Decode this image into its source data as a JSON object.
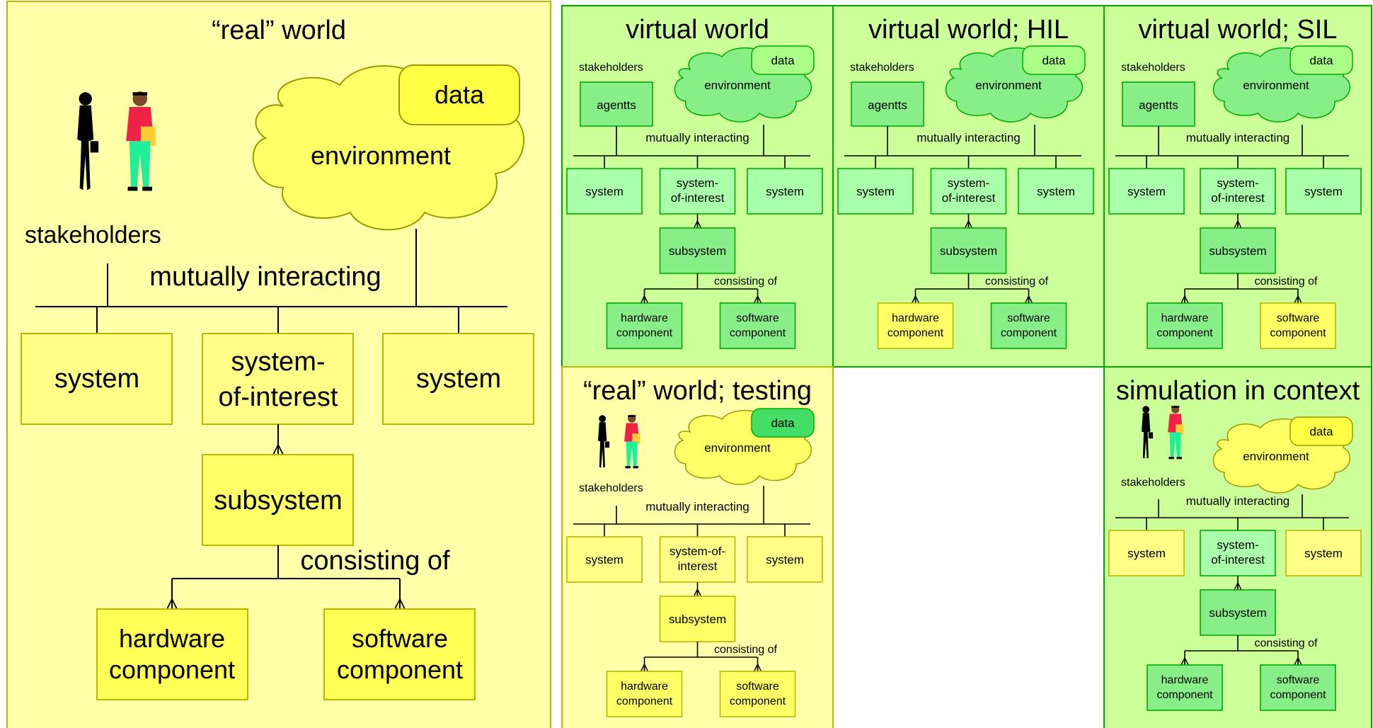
{
  "colors": {
    "yellow_bg": "#ffffaa",
    "yellow_box": "#ffff66",
    "yellow_box_light": "#ffff88",
    "green_bg": "#ccff99",
    "green_box": "#88ee88",
    "green_box_light": "#aaffaa",
    "yellow_border": "#b8b800",
    "green_border": "#00aa00"
  },
  "main": {
    "title": "“real” world",
    "stakeholders": "stakeholders",
    "environment": "environment",
    "data": "data",
    "mutually_interacting": "mutually interacting",
    "system_left": "system",
    "soi_line1": "system-",
    "soi_line2": "of-interest",
    "system_right": "system",
    "subsystem": "subsystem",
    "consisting_of": "consisting of",
    "hw_line1": "hardware",
    "hw_line2": "component",
    "sw_line1": "software",
    "sw_line2": "component"
  },
  "panels": [
    {
      "title": "virtual world",
      "stakeholders": "stakeholders",
      "agents": "agentts",
      "environment": "environment",
      "data": "data",
      "mutually_interacting": "mutually interacting",
      "system_left": "system",
      "soi_line1": "system-",
      "soi_line2": "of-interest",
      "system_right": "system",
      "subsystem": "subsystem",
      "consisting_of": "consisting of",
      "hw_line1": "hardware",
      "hw_line2": "component",
      "sw_line1": "software",
      "sw_line2": "component"
    },
    {
      "title": "virtual world; HIL",
      "stakeholders": "stakeholders",
      "agents": "agentts",
      "environment": "environment",
      "data": "data",
      "mutually_interacting": "mutually interacting",
      "system_left": "system",
      "soi_line1": "system-",
      "soi_line2": "of-interest",
      "system_right": "system",
      "subsystem": "subsystem",
      "consisting_of": "consisting of",
      "hw_line1": "hardware",
      "hw_line2": "component",
      "sw_line1": "software",
      "sw_line2": "component"
    },
    {
      "title": "virtual world; SIL",
      "stakeholders": "stakeholders",
      "agents": "agentts",
      "environment": "environment",
      "data": "data",
      "mutually_interacting": "mutually interacting",
      "system_left": "system",
      "soi_line1": "system-",
      "soi_line2": "of-interest",
      "system_right": "system",
      "subsystem": "subsystem",
      "consisting_of": "consisting of",
      "hw_line1": "hardware",
      "hw_line2": "component",
      "sw_line1": "software",
      "sw_line2": "component"
    },
    {
      "title": "“real” world; testing",
      "stakeholders": "stakeholders",
      "environment": "environment",
      "data": "data",
      "mutually_interacting": "mutually interacting",
      "system_left": "system",
      "soi_line1": "system-of-",
      "soi_line2": "interest",
      "system_right": "system",
      "subsystem": "subsystem",
      "consisting_of": "consisting of",
      "hw_line1": "hardware",
      "hw_line2": "component",
      "sw_line1": "software",
      "sw_line2": "component"
    },
    {
      "title": "simulation in context",
      "stakeholders": "stakeholders",
      "environment": "environment",
      "data": "data",
      "mutually_interacting": "mutually interacting",
      "system_left": "system",
      "soi_line1": "system-",
      "soi_line2": "of-interest",
      "system_right": "system",
      "subsystem": "subsystem",
      "consisting_of": "consisting of",
      "hw_line1": "hardware",
      "hw_line2": "component",
      "sw_line1": "software",
      "sw_line2": "component"
    }
  ]
}
